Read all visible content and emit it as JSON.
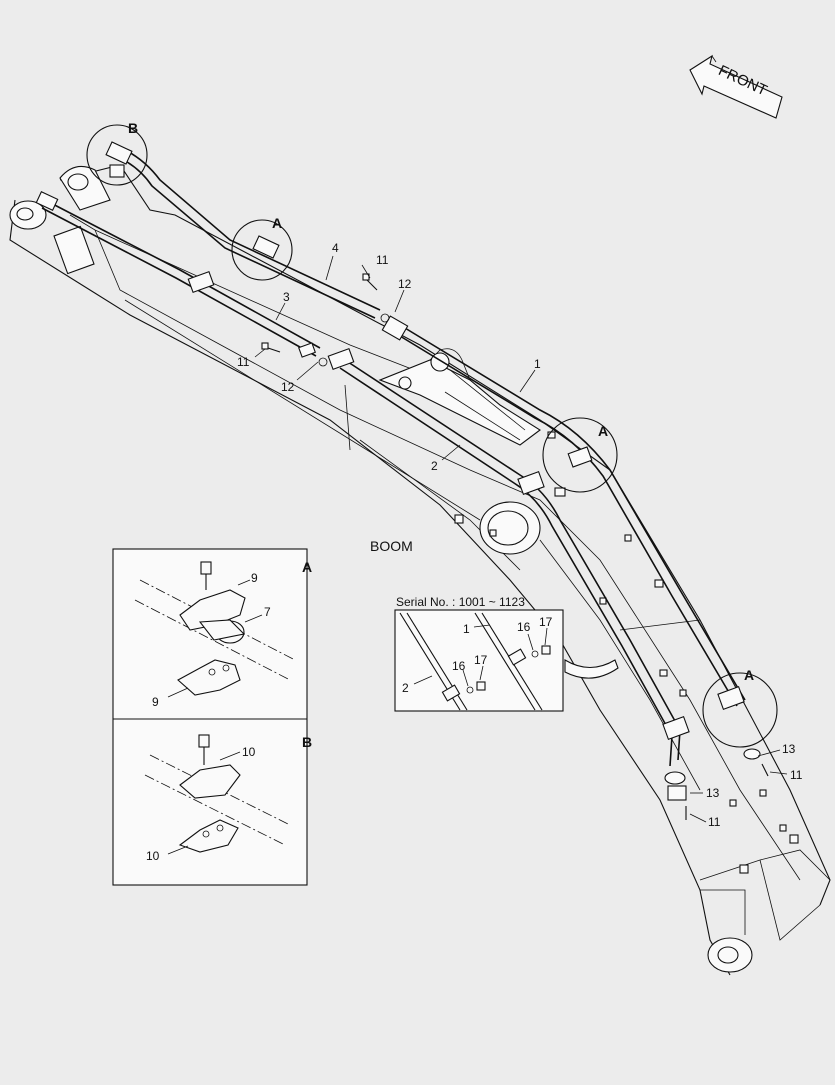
{
  "title": "BOOM",
  "front_label": "FRONT",
  "serial_box": {
    "caption": "Serial No. : 1001 ~ 1123",
    "callouts": [
      "1",
      "2",
      "16",
      "17",
      "16",
      "17"
    ]
  },
  "detail_a": {
    "letter": "A",
    "callouts": [
      "9",
      "7",
      "9"
    ]
  },
  "detail_b": {
    "letter": "B",
    "callouts": [
      "10",
      "10"
    ]
  },
  "main_callouts": {
    "c4": "4",
    "c3": "3",
    "c1": "1",
    "c2": "2",
    "c11a": "11",
    "c12a": "12",
    "c11b": "11",
    "c12b": "12",
    "c13a": "13",
    "c11c": "11",
    "c13b": "13",
    "c11d": "11"
  },
  "circle_letters": {
    "b_top": "B",
    "a_top": "A",
    "a_mid": "A",
    "a_low": "A"
  }
}
